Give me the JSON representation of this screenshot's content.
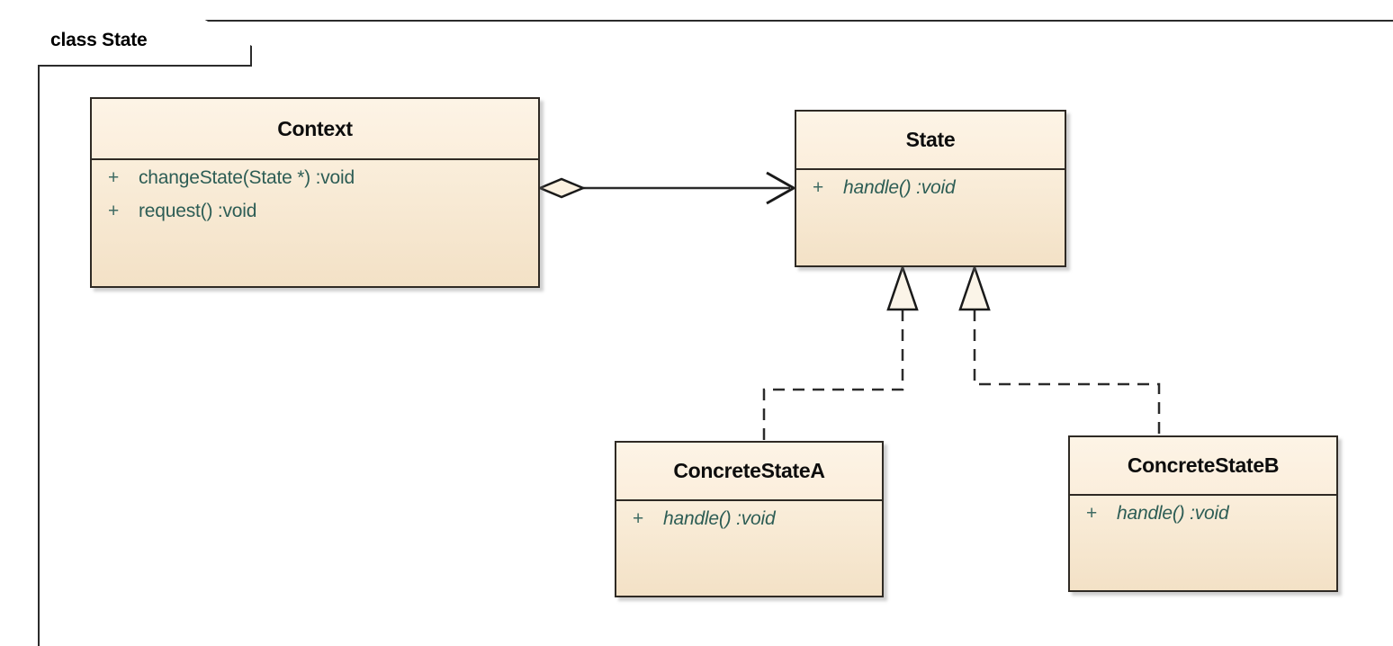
{
  "diagram": {
    "frame_label": "class State",
    "type": "uml-class-diagram",
    "accent_fill": "#fbf0de",
    "accent_border": "#2f2a24",
    "member_text_color": "#2d5d55"
  },
  "classes": {
    "context": {
      "name": "Context",
      "members": [
        {
          "visibility": "+",
          "signature": "changeState(State *)  :void",
          "abstract": false
        },
        {
          "visibility": "+",
          "signature": "request()  :void",
          "abstract": false
        }
      ]
    },
    "state": {
      "name": "State",
      "members": [
        {
          "visibility": "+",
          "signature": "handle()  :void",
          "abstract": true
        }
      ]
    },
    "concrete_a": {
      "name": "ConcreteStateA",
      "members": [
        {
          "visibility": "+",
          "signature": "handle()  :void",
          "abstract": true
        }
      ]
    },
    "concrete_b": {
      "name": "ConcreteStateB",
      "members": [
        {
          "visibility": "+",
          "signature": "handle()  :void",
          "abstract": true
        }
      ]
    }
  },
  "relationships": [
    {
      "id": "context-to-state",
      "kind": "aggregation",
      "from": "Context",
      "to": "State",
      "source_decoration": "hollow-diamond",
      "target_decoration": "open-arrow",
      "line": "solid"
    },
    {
      "id": "concrete-a-to-state",
      "kind": "realization",
      "from": "ConcreteStateA",
      "to": "State",
      "target_decoration": "hollow-triangle",
      "line": "dashed"
    },
    {
      "id": "concrete-b-to-state",
      "kind": "realization",
      "from": "ConcreteStateB",
      "to": "State",
      "target_decoration": "hollow-triangle",
      "line": "dashed"
    }
  ]
}
